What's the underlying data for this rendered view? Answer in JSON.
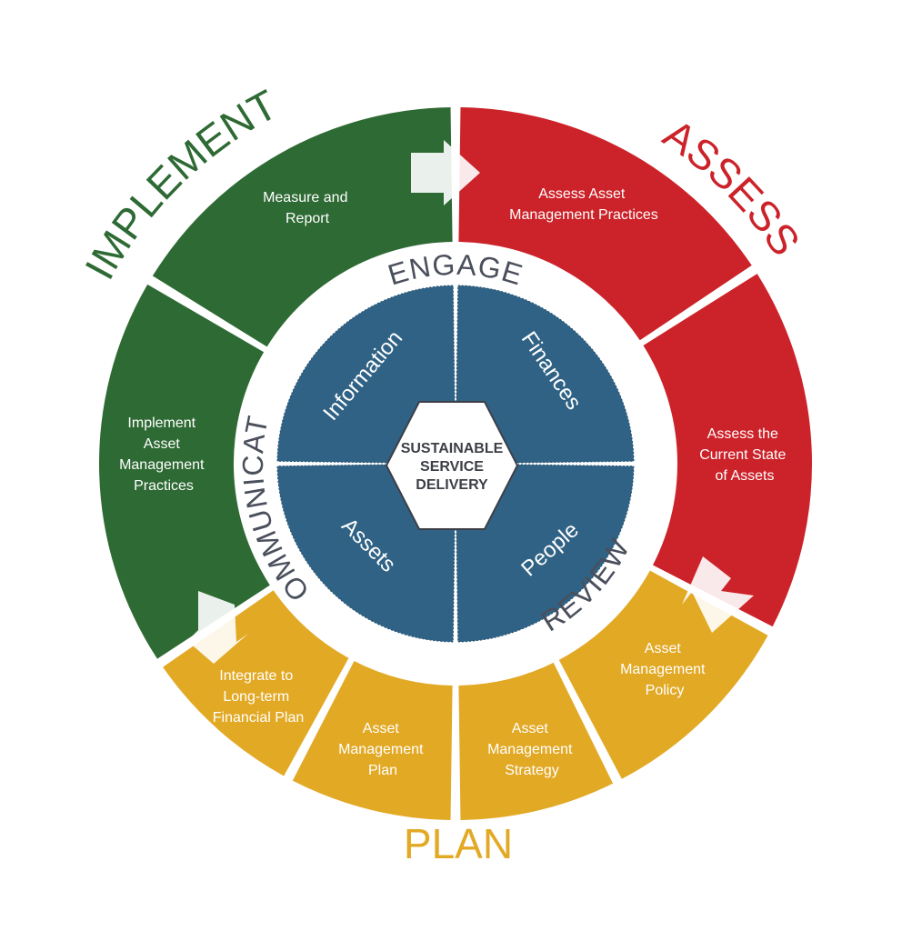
{
  "phases": {
    "implement": "IMPLEMENT",
    "assess": "ASSESS",
    "plan": "PLAN"
  },
  "ring_words": {
    "engage": "ENGAGE",
    "communicate": "COMMUNICATE",
    "review": "REVIEW"
  },
  "quadrants": {
    "information": "Information",
    "finances": "Finances",
    "assets": "Assets",
    "people": "People"
  },
  "center": [
    "SUSTAINABLE",
    "SERVICE",
    "DELIVERY"
  ],
  "segments": {
    "measure_report": [
      "Measure and",
      "Report"
    ],
    "assess_practices": [
      "Assess Asset",
      "Management Practices"
    ],
    "assess_state": [
      "Assess the",
      "Current State",
      "of Assets"
    ],
    "am_policy": [
      "Asset",
      "Management",
      "Policy"
    ],
    "am_strategy": [
      "Asset",
      "Management",
      "Strategy"
    ],
    "am_plan": [
      "Asset",
      "Management",
      "Plan"
    ],
    "integrate": [
      "Integrate to",
      "Long-term",
      "Financial Plan"
    ],
    "implement_practices": [
      "Implement",
      "Asset",
      "Management",
      "Practices"
    ]
  },
  "colors": {
    "green": "#2e6a34",
    "red": "#cc2229",
    "gold": "#e2a925",
    "blue": "#2f6285",
    "ring_text": "#4a4f5c"
  }
}
